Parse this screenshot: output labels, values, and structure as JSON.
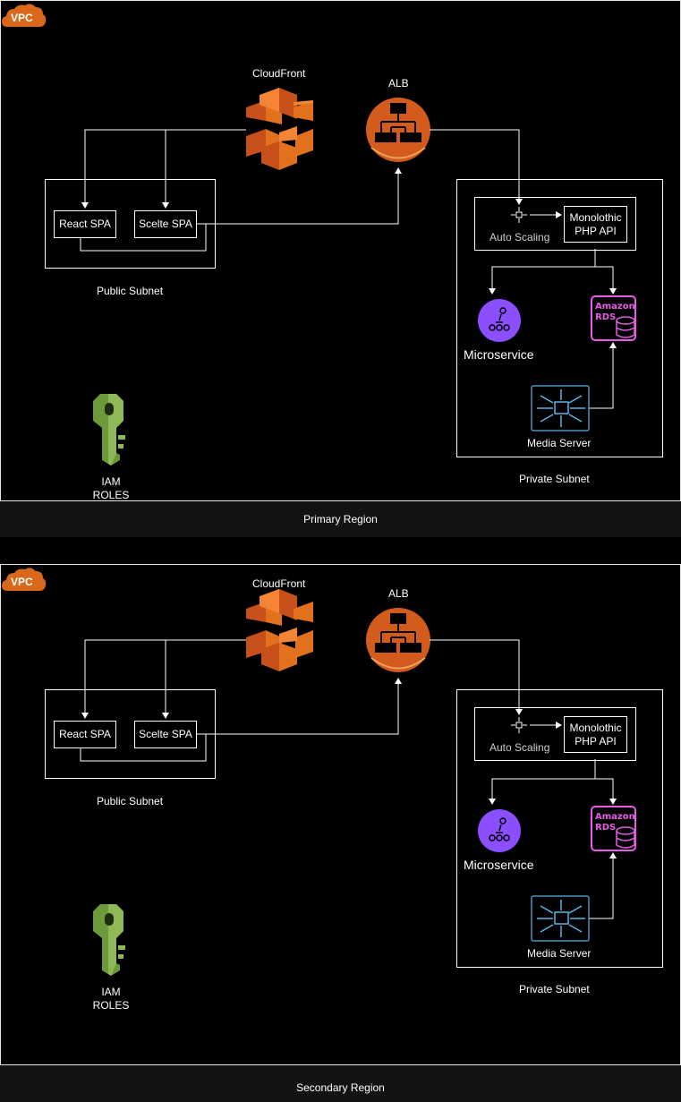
{
  "regions": [
    {
      "name": "Primary Region",
      "vpc_label": "VPC",
      "cloudfront_label": "CloudFront",
      "alb_label": "ALB",
      "public_subnet_label": "Public Subnet",
      "private_subnet_label": "Private Subnet",
      "react_spa_label": "React SPA",
      "svelte_spa_label": "Scelte SPA",
      "auto_scaling_label": "Auto Scaling",
      "api_label_line1": "Monolothic",
      "api_label_line2": "PHP API",
      "microservice_label": "Microservice",
      "rds_label_line1": "Amazon",
      "rds_label_line2": "RDS",
      "media_server_label": "Media Server",
      "iam_label_line1": "IAM",
      "iam_label_line2": "ROLES"
    },
    {
      "name": "Secondary Region",
      "vpc_label": "VPC",
      "cloudfront_label": "CloudFront",
      "alb_label": "ALB",
      "public_subnet_label": "Public Subnet",
      "private_subnet_label": "Private Subnet",
      "react_spa_label": "React SPA",
      "svelte_spa_label": "Scelte SPA",
      "auto_scaling_label": "Auto Scaling",
      "api_label_line1": "Monolothic",
      "api_label_line2": "PHP API",
      "microservice_label": "Microservice",
      "rds_label_line1": "Amazon",
      "rds_label_line2": "RDS",
      "media_server_label": "Media Server",
      "iam_label_line1": "IAM",
      "iam_label_line2": "ROLES"
    }
  ],
  "colors": {
    "aws_orange": "#e2711d",
    "alb_orange": "#d35b1b",
    "microservice_purple": "#8c4fff",
    "rds_pink": "#e55ce5",
    "media_blue": "#5ab4e5",
    "iam_green": "#759c3e",
    "region_band": "#131313"
  },
  "icons": {
    "vpc": "cloud-icon",
    "cloudfront": "cloudfront-icon",
    "alb": "load-balancer-icon",
    "auto_scaling": "auto-scaling-icon",
    "microservice": "microservice-icon",
    "rds": "database-icon",
    "media_server": "media-server-icon",
    "iam": "key-icon"
  }
}
